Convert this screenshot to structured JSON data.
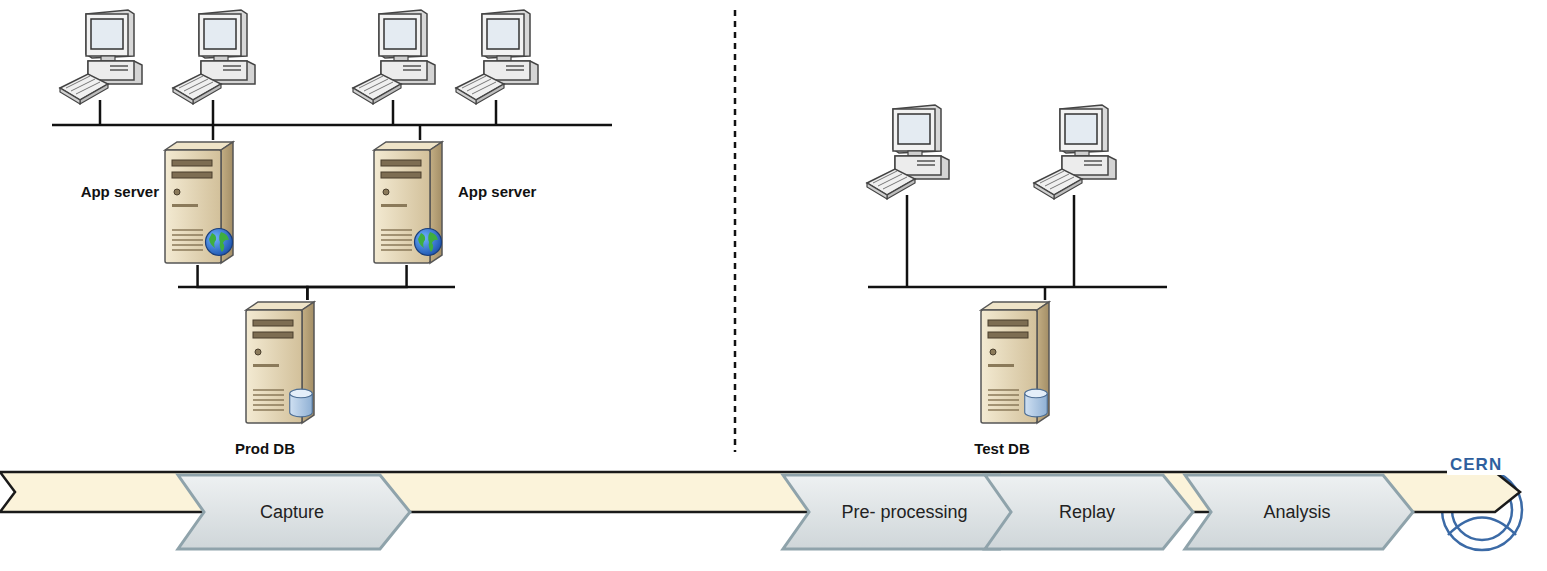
{
  "diagram": {
    "nodes": [
      {
        "text": [
          "App server"
        ]
      },
      {
        "text": [
          "App server"
        ]
      },
      {
        "text": [
          "Prod DB"
        ]
      },
      {
        "text": [
          "Test DB"
        ]
      },
      {
        "text": [
          "Capture"
        ]
      },
      {
        "text": [
          "Pre- processing"
        ]
      },
      {
        "text": [
          "Replay"
        ]
      },
      {
        "text": [
          "Analysis"
        ]
      }
    ],
    "edges": [
      {
        "from": 0,
        "to": 2,
        "arrow": "none"
      },
      {
        "from": 1,
        "to": 2,
        "arrow": "none"
      }
    ],
    "labels": [
      "CERN"
    ]
  }
}
